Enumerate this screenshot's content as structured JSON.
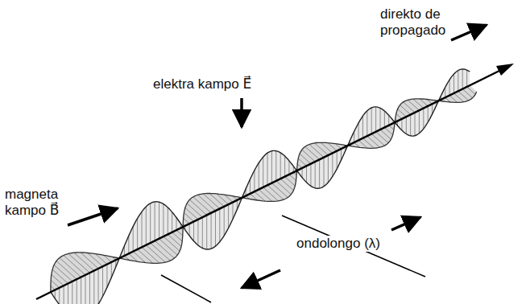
{
  "diagram": {
    "labels": [
      "elektra kampo E⃗",
      "direkto de propagado",
      "magneta kampo B⃗",
      "ondolongo (λ)"
    ]
  }
}
